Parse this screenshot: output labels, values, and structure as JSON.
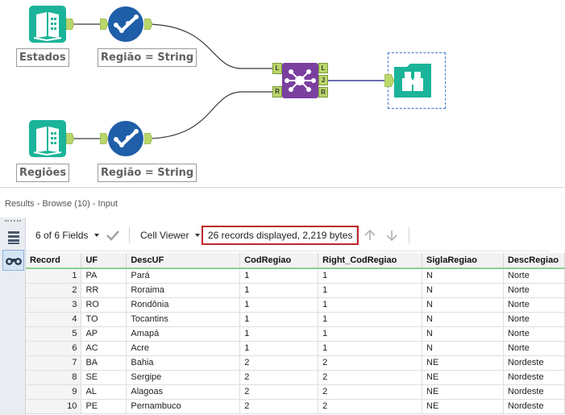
{
  "workflow": {
    "tools": {
      "input1": {
        "label": "Estados",
        "icon": "input-data-book-icon"
      },
      "select1": {
        "label": "Região = String",
        "icon": "select-check-icon"
      },
      "input2": {
        "label": "Regiões",
        "icon": "input-data-book-icon"
      },
      "select2": {
        "label": "Região = String",
        "icon": "select-check-icon"
      },
      "join": {
        "icon": "join-icon",
        "anchors_in": [
          "L",
          "R"
        ],
        "anchors_out": [
          "L",
          "J",
          "R"
        ]
      },
      "browse": {
        "icon": "browse-binoculars-icon"
      }
    },
    "colors": {
      "input": "#1bb49a",
      "select": "#1f5ea8",
      "join": "#7b3fa0",
      "anchor": "#b9d66a",
      "wire": "#3a3a3a",
      "join_wire": "#3f3f9a"
    }
  },
  "results": {
    "title": "Results - Browse (10) - Input",
    "fields_selector": "6 of 6 Fields",
    "viewer_selector": "Cell Viewer",
    "records_info": "26 records displayed, 2,219 bytes",
    "columns": [
      "Record",
      "UF",
      "DescUF",
      "CodRegiao",
      "Right_CodRegiao",
      "SiglaRegiao",
      "DescRegiao"
    ],
    "rows": [
      [
        "1",
        "PA",
        "Pará",
        "1",
        "1",
        "N",
        "Norte"
      ],
      [
        "2",
        "RR",
        "Roraima",
        "1",
        "1",
        "N",
        "Norte"
      ],
      [
        "3",
        "RO",
        "Rondônia",
        "1",
        "1",
        "N",
        "Norte"
      ],
      [
        "4",
        "TO",
        "Tocantins",
        "1",
        "1",
        "N",
        "Norte"
      ],
      [
        "5",
        "AP",
        "Amapá",
        "1",
        "1",
        "N",
        "Norte"
      ],
      [
        "6",
        "AC",
        "Acre",
        "1",
        "1",
        "N",
        "Norte"
      ],
      [
        "7",
        "BA",
        "Bahia",
        "2",
        "2",
        "NE",
        "Nordeste"
      ],
      [
        "8",
        "SE",
        "Sergipe",
        "2",
        "2",
        "NE",
        "Nordeste"
      ],
      [
        "9",
        "AL",
        "Alagoas",
        "2",
        "2",
        "NE",
        "Nordeste"
      ],
      [
        "10",
        "PE",
        "Pernambuco",
        "2",
        "2",
        "NE",
        "Nordeste"
      ]
    ]
  }
}
